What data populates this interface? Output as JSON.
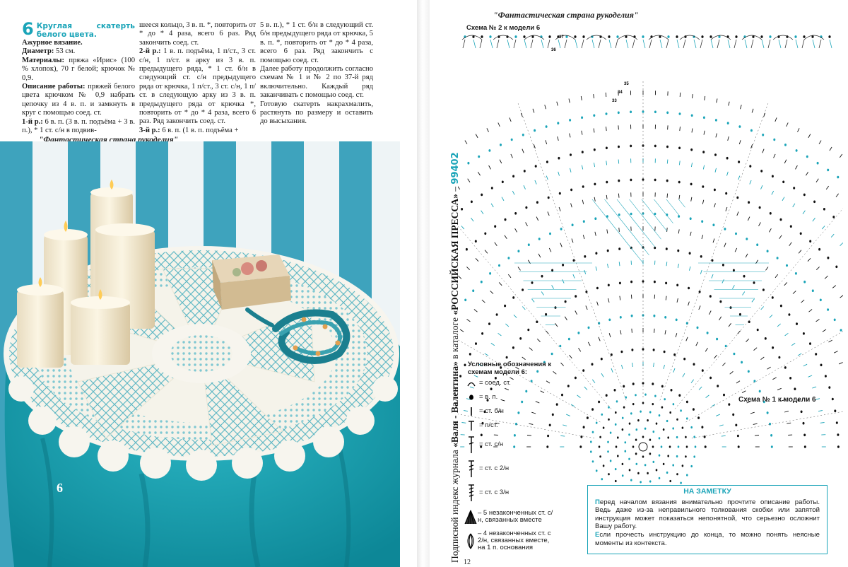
{
  "pattern": {
    "number": "6",
    "title": "Круглая скатерть белого цвета.",
    "subtitle": "Ажурное вязание.",
    "diameter_label": "Диаметр:",
    "diameter_value": "53 см.",
    "materials_label": "Материалы:",
    "materials_value": "пряжа «Ирис» (100 % хлопок), 70 г белой; крючок № 0,9.",
    "description_label": "Описание работы:",
    "description_value": "пряжей белого цвета крючком № 0,9 набрать цепочку из 4 в. п. и замкнуть в круг с помощью соед. ст.",
    "row1_label": "1-й р.:",
    "row1_value": "6 в. п. (3 в. п. подъёма + 3 в. п.), * 1 ст. с/н в подвив-",
    "col2_text_a": "шееся кольцо, 3 в. п. *, повторить от * до * 4 раза, всего 6 раз. Ряд закончить соед. ст.",
    "row2_label": "2-й р.:",
    "row2_value": "1 в. п. подъёма, 1 п/ст., 3 ст. с/н, 1 п/ст. в арку из 3 в. п. предыдущего ряда, * 1 ст. б/н в следующий ст. с/н предыдущего ряда от крючка, 1 п/ст., 3 ст. с/н, 1 п/ст. в следующую арку из 3 в. п. предыдущего ряда от крючка *, повторить от * до * 4 раза, всего 6 раз. Ряд закончить соед. ст.",
    "row3_label": "3-й р.:",
    "row3_value": "6 в. п. (1 в. п. подъёма +",
    "col3_text": "5 в. п.), * 1 ст. б/н в следующий ст. б/н предыдущего ряда от крючка, 5 в. п. *, повторить от * до * 4 раза, всего 6 раз. Ряд закончить с помощью соед. ст.",
    "col3_text_b": "Далее работу продолжить согласно схемам № 1 и № 2 по 37-й ряд включительно. Каждый ряд заканчивать с помощью соед. ст.",
    "col3_text_c": "Готовую скатерть накрахмалить, растянуть по размеру и оставить до высыхания."
  },
  "left_caption": "\"Фантастическая страна рукоделия\"",
  "photo_number": "6",
  "right_caption": "\"Фантастическая страна рукоделия\"",
  "scheme2_label": "Схема № 2 к модели 6",
  "scheme1_label": "Схема № 1 к модели 6",
  "row_numbers": [
    "37",
    "36",
    "35",
    "34",
    "33"
  ],
  "vertical_text": {
    "part1": "Подписной индекс журнала ",
    "part2": "«Валя - Валентина»",
    "part3": " в каталоге ",
    "part4": "«РОССИЙСКАЯ ПРЕССА»",
    "part5": " – ",
    "code": "99402"
  },
  "legend": {
    "title": "Условные обозначения к схемам модели 6:",
    "items": [
      {
        "icon": "arc-icon",
        "text": "= соед. ст."
      },
      {
        "icon": "dot-icon",
        "text": "= в. п."
      },
      {
        "icon": "line-icon",
        "text": "= ст. б/н"
      },
      {
        "icon": "t-icon",
        "text": "= п/ст."
      },
      {
        "icon": "dc-icon",
        "text": "= ст. с/н"
      },
      {
        "icon": "tr-icon",
        "text": "= ст. с 2/н"
      },
      {
        "icon": "dtr-icon",
        "text": "= ст. с 3/н"
      },
      {
        "icon": "cluster5-icon",
        "text": "– 5 незаконченных ст. с/н, связанных вместе"
      },
      {
        "icon": "cluster4-icon",
        "text": "– 4 незаконченных ст. с 2/н, связанных вместе, на 1 п. основания"
      }
    ]
  },
  "note": {
    "title": "НА ЗАМЕТКУ",
    "p1_cap": "П",
    "p1": "еред началом вязания внимательно прочтите описание работы. Ведь даже из-за неправильного толкования скобки или запятой инструкция может показаться непонятной, что серьезно осложнит Вашу работу.",
    "p2_cap": "Е",
    "p2": "сли прочесть инструкцию до конца, то можно понять неясные моменты из контекста."
  },
  "page_number": "12",
  "colors": {
    "accent": "#1aa4b8",
    "stripe_teal": "#3fa6bf",
    "tablecloth": "#17a3b4",
    "lace": "#f3f1e8"
  }
}
